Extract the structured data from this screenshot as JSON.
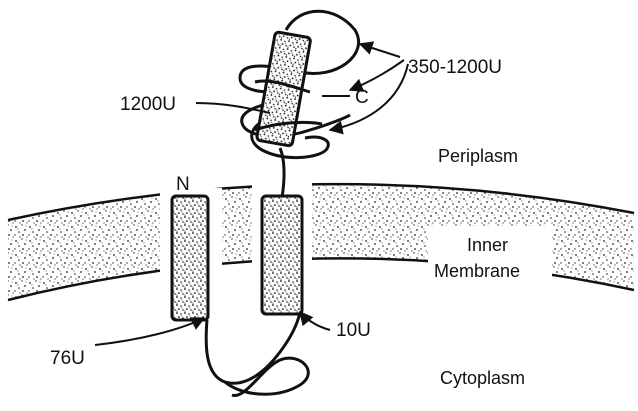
{
  "labels": {
    "topology": "350-1200U",
    "helix": "1200U",
    "c_term": "C",
    "n_term": "N",
    "tm1": "76U",
    "tm2": "10U"
  },
  "regions": {
    "periplasm": "Periplasm",
    "membrane_line1": "Inner",
    "membrane_line2": "Membrane",
    "cytoplasm": "Cytoplasm"
  },
  "colors": {
    "ink": "#111111",
    "membrane_fill": "#ffffff",
    "label_box": "#ffffff"
  }
}
